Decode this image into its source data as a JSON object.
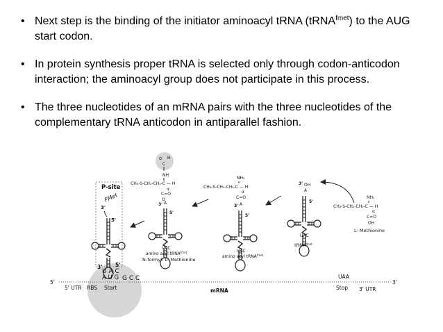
{
  "bullets": [
    {
      "text_a": "Next step is the binding of the initiator aminoacyl tRNA (tRNA",
      "sup": "fmet",
      "text_b": ") to the AUG start codon."
    },
    {
      "text": "In protein synthesis proper tRNA is selected only through codon-anticodon interaction; the aminoacyl group does not participate in this process."
    },
    {
      "text": "The three nucleotides of an mRNA pairs with the three nucleotides of the complementary tRNA anticodon in antiparallel fashion."
    }
  ],
  "figure": {
    "psite": "P-site",
    "fmet": "FMet",
    "prime3": "3'",
    "prime5": "5'",
    "anticodon": "U A C",
    "codon": "A U G",
    "next_codon": "G C C",
    "utr5": "5' UTR",
    "rbs": "RBS",
    "start": "Start",
    "mrna": "mRNA",
    "uaa": "UAA",
    "stop": "Stop",
    "utr3": "3' UTR",
    "uac": "UAC",
    "ch2_chain": "CH₃-S-CH₂-CH₂-C — H",
    "nh": "NH",
    "nh2": "NH₂",
    "oh": "OH",
    "co": "C=O",
    "o": "O",
    "a": "A",
    "alpha": "α",
    "h": "H",
    "formyl_c": "C",
    "t1_line1": "amino acyl tRNA",
    "t1_sup": "fmet",
    "t1_line2": "N-formyl- L- Methionine",
    "t2_line1": "amino acyl tRNA",
    "t2_sup": "fmet",
    "t3_label": "tRNA",
    "t3_sup": "fmet",
    "lmet": "L- Methionine"
  }
}
